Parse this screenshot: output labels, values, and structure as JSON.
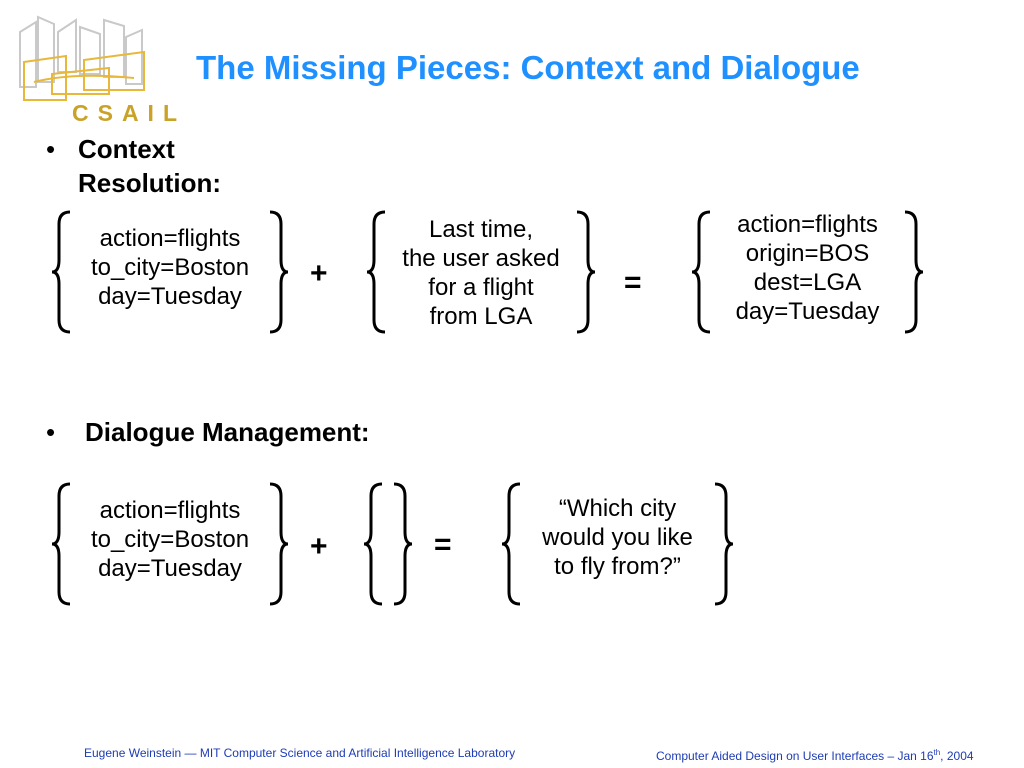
{
  "logo": {
    "text": "CSAIL",
    "icon": "csail-building-logo-icon",
    "colors": {
      "outline": "#c9c9c9",
      "accent": "#e8b83a"
    }
  },
  "slide": {
    "title": "The Missing Pieces: Context and Dialogue",
    "title_color": "#1e90ff"
  },
  "section1": {
    "bullet": "•",
    "heading_line1": "Context",
    "heading_line2": "Resolution:",
    "group1": [
      "action=flights",
      "to_city=Boston",
      "day=Tuesday"
    ],
    "op1": "+",
    "group2": [
      "Last time,",
      "the user asked",
      "for a flight",
      "from LGA"
    ],
    "op2": "=",
    "group3": [
      "action=flights",
      "origin=BOS",
      "dest=LGA",
      "day=Tuesday"
    ]
  },
  "section2": {
    "bullet": "•",
    "heading": "Dialogue Management:",
    "group1": [
      "action=flights",
      "to_city=Boston",
      "day=Tuesday"
    ],
    "op1": "+",
    "op2": "=",
    "group3": [
      "“Which city",
      "would you like",
      "to fly from?”"
    ]
  },
  "footer": {
    "left": "Eugene Weinstein — MIT Computer Science and Artificial Intelligence Laboratory",
    "right_prefix": "Computer Aided Design on User Interfaces – Jan 16",
    "right_sup": "th",
    "right_suffix": ", 2004",
    "color": "#1e3cb4"
  }
}
